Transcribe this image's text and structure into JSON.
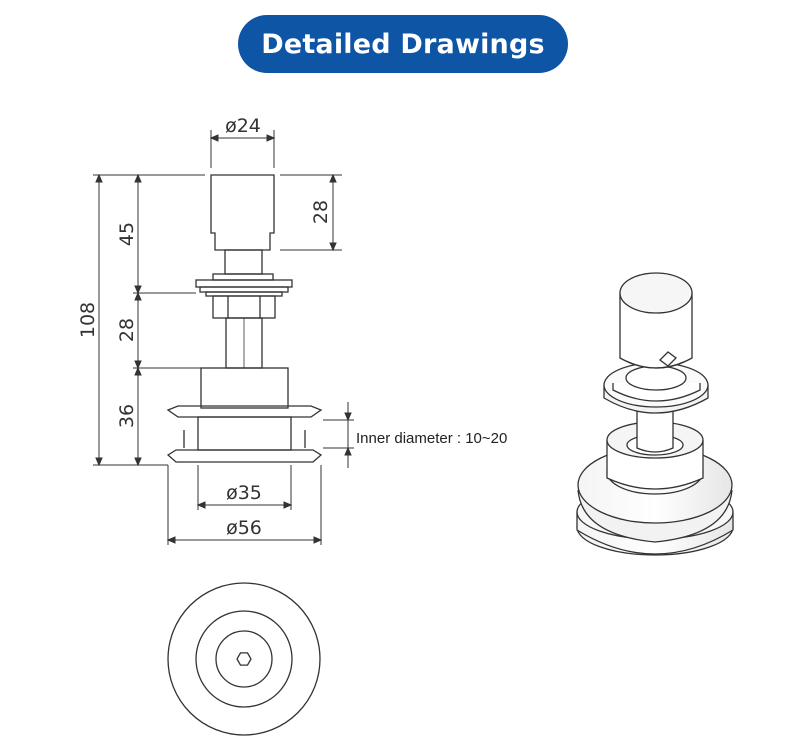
{
  "header": {
    "title": "Detailed Drawings"
  },
  "front_view": {
    "dims": {
      "top_diameter": "ø24",
      "cap_height": "28",
      "upper_height": "45",
      "middle_height": "28",
      "lower_height": "36",
      "total_height": "108",
      "inner_step_diameter": "ø35",
      "base_diameter": "ø56"
    },
    "note": "Inner diameter : 10~20"
  },
  "colors": {
    "accent": "#0e55a6",
    "line": "#333333"
  },
  "icons": {
    "plan_view": "hex-socket-icon"
  }
}
